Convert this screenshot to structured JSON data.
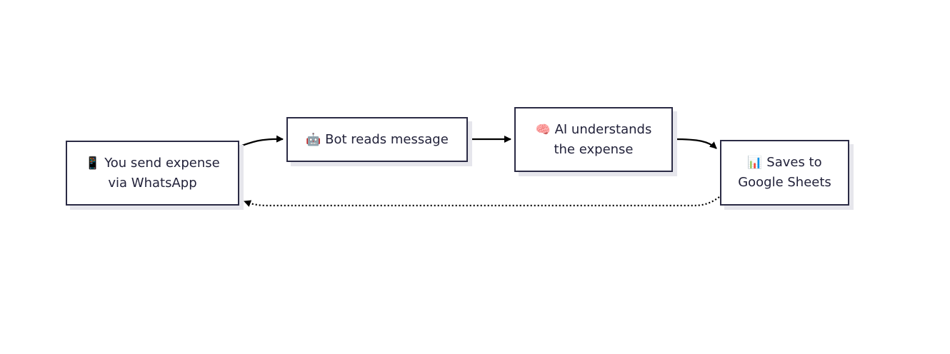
{
  "nodes": [
    {
      "id": "whatsapp",
      "icon": "mobile-phone-icon",
      "emoji": "📱",
      "line1": "You send expense",
      "line2": "via WhatsApp"
    },
    {
      "id": "bot",
      "icon": "robot-icon",
      "emoji": "🤖",
      "line1": "Bot reads message",
      "line2": ""
    },
    {
      "id": "ai",
      "icon": "brain-icon",
      "emoji": "🧠",
      "line1": "AI understands",
      "line2": "the expense"
    },
    {
      "id": "sheets",
      "icon": "bar-chart-icon",
      "emoji": "📊",
      "line1": "Saves to",
      "line2": "Google Sheets"
    }
  ],
  "edges": [
    {
      "from": "whatsapp",
      "to": "bot",
      "style": "solid"
    },
    {
      "from": "bot",
      "to": "ai",
      "style": "solid"
    },
    {
      "from": "ai",
      "to": "sheets",
      "style": "solid"
    },
    {
      "from": "sheets",
      "to": "whatsapp",
      "style": "dotted"
    }
  ],
  "colors": {
    "stroke": "#2b2b45",
    "shadow": "#e6e6ec",
    "edge": "#000000"
  }
}
